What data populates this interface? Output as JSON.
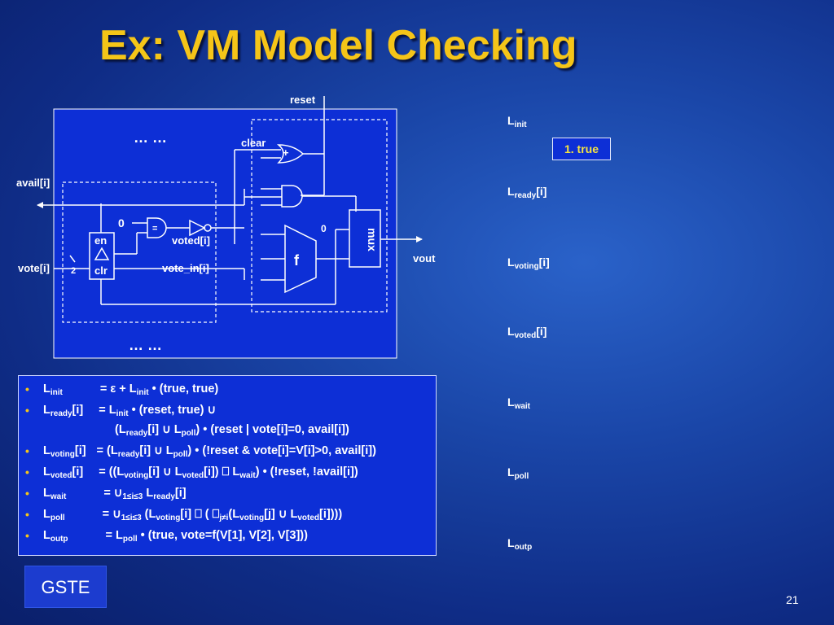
{
  "title": "Ex: VM Model Checking",
  "circuit": {
    "reset": "reset",
    "clear": "clear",
    "ellipsis_top": "… …",
    "ellipsis_bottom": "… …",
    "avail": "avail[i]",
    "vote": "vote[i]",
    "bus_width": "2",
    "en": "en",
    "clr": "clr",
    "zero_left": "0",
    "zero_mux": "0",
    "equals": "=",
    "voted": "voted[i]",
    "vote_in": "vote_in[i]",
    "or_plus": "+",
    "f": "f",
    "mux": "mux",
    "vout": "vout"
  },
  "formulas": [
    {
      "bullet": "•",
      "name": "L",
      "sub": "init",
      "suffix": "",
      "pre": "=   ε + L",
      "s1": "init",
      "rest": " • (true, true)"
    },
    {
      "bullet": "•",
      "name": "L",
      "sub": "ready",
      "suffix": "[i]",
      "pre": "=   L",
      "s1": "init",
      "rest": " • (reset, true) ∪"
    },
    {
      "bullet": "",
      "name": "",
      "sub": "",
      "suffix": "",
      "pre": "(L",
      "s1": "ready",
      "rest": "[i] ∪ L_poll) • (reset | vote[i]=0, avail[i])"
    },
    {
      "bullet": "•",
      "name": "L",
      "sub": "voting",
      "suffix": "[i]",
      "pre": "=  (L",
      "s1": "ready",
      "rest": "[i]  ∪ L_poll) • (!reset & vote[i]=V[i]>0, avail[i])"
    },
    {
      "bullet": "•",
      "name": "L",
      "sub": "voted",
      "suffix": "[i]",
      "pre": "=  ((L",
      "s1": "voting",
      "rest": "[i] ∪ L_voted[i]) ⎕ L_wait) • (!reset, !avail[i])"
    },
    {
      "bullet": "•",
      "name": "L",
      "sub": "wait",
      "suffix": "",
      "pre": "= ∪",
      "s1": "1≤i≤3",
      "rest": " L_ready[i]"
    },
    {
      "bullet": "•",
      "name": "L",
      "sub": "poll",
      "suffix": "",
      "pre": "= ∪",
      "s1": "1≤i≤3",
      "rest": " (L_voting[i] ⎕ ( ⎕_j≠i(L_voting[j] ∪ L_voted[i])))"
    },
    {
      "bullet": "•",
      "name": "L",
      "sub": "outp",
      "suffix": "",
      "pre": "=  L",
      "s1": "poll",
      "rest": " • (true, vote=f(V[1], V[2], V[3]))"
    }
  ],
  "languages": [
    {
      "name": "L",
      "sub": "init",
      "suffix": ""
    },
    {
      "name": "L",
      "sub": "ready",
      "suffix": "[i]"
    },
    {
      "name": "L",
      "sub": "voting",
      "suffix": "[i]"
    },
    {
      "name": "L",
      "sub": "voted",
      "suffix": "[i]"
    },
    {
      "name": "L",
      "sub": "wait",
      "suffix": ""
    },
    {
      "name": "L",
      "sub": "poll",
      "suffix": ""
    },
    {
      "name": "L",
      "sub": "outp",
      "suffix": ""
    }
  ],
  "init_assertion": "1. true",
  "logo": "GSTE",
  "page_number": "21",
  "colors": {
    "title": "#f5c518",
    "box": "#0d2fd6",
    "highlight": "#f5e342"
  }
}
